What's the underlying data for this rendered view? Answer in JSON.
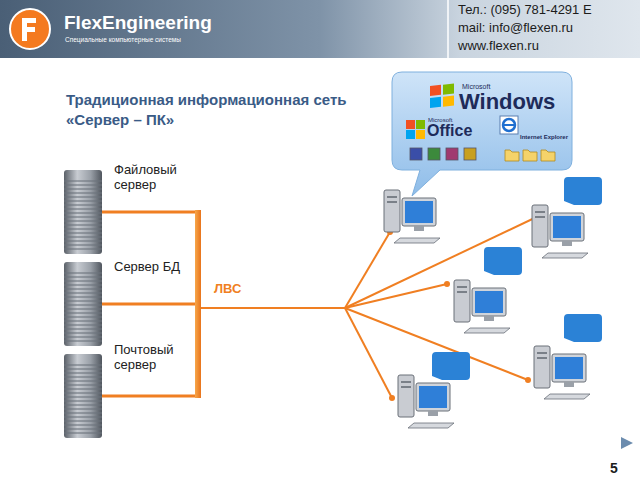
{
  "diagram": {
    "title": "Традиционная информационная сеть «Сервер – ПК»",
    "nodes": [
      {
        "text": [
          "Файловый сервер"
        ]
      },
      {
        "text": [
          "Сервер БД"
        ]
      },
      {
        "text": [
          "Почтовый сервер"
        ]
      }
    ],
    "labels": [
      "FlexEngineering",
      "Специальные компьютерные системы",
      "Тел.: (095) 781-4291 E",
      "mail: info@flexen.ru",
      "www.flexen.ru",
      "ЛВС",
      "Microsoft",
      "Windows",
      "Microsoft",
      "Office",
      "Internet Explorer",
      "5"
    ]
  }
}
